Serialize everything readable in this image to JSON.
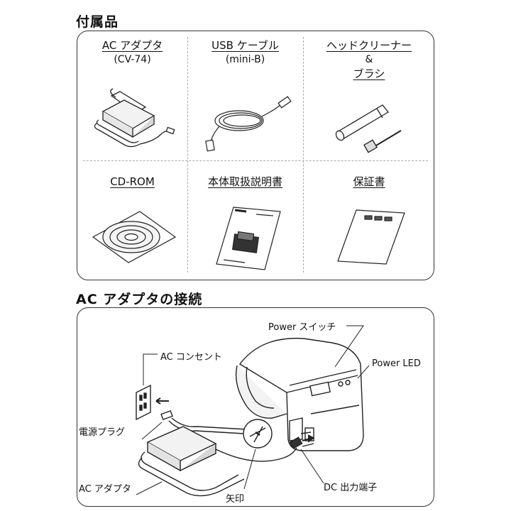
{
  "accessories": {
    "title": "付属品",
    "items": [
      {
        "title": "AC アダプタ",
        "subtitle": "(CV-74)",
        "icon": "ac-adapter-icon"
      },
      {
        "title": "USB ケーブル",
        "subtitle": "(mini-B)",
        "icon": "usb-cable-icon"
      },
      {
        "title": "ヘッドクリーナー",
        "subtitle": "&",
        "subtitle2": "ブラシ",
        "icon": "head-cleaner-brush-icon"
      },
      {
        "title": "CD-ROM",
        "icon": "cd-rom-icon"
      },
      {
        "title": "本体取扱説明書",
        "icon": "manual-icon"
      },
      {
        "title": "保証書",
        "icon": "warranty-icon"
      }
    ]
  },
  "connection": {
    "title": "AC アダプタの接続",
    "labels": {
      "power_switch": "Power スイッチ",
      "power_led": "Power LED",
      "ac_outlet": "AC コンセント",
      "power_plug": "電源プラグ",
      "ac_adapter": "AC アダプタ",
      "arrow_mark": "矢印",
      "dc_jack": "DC 出力端子"
    }
  }
}
